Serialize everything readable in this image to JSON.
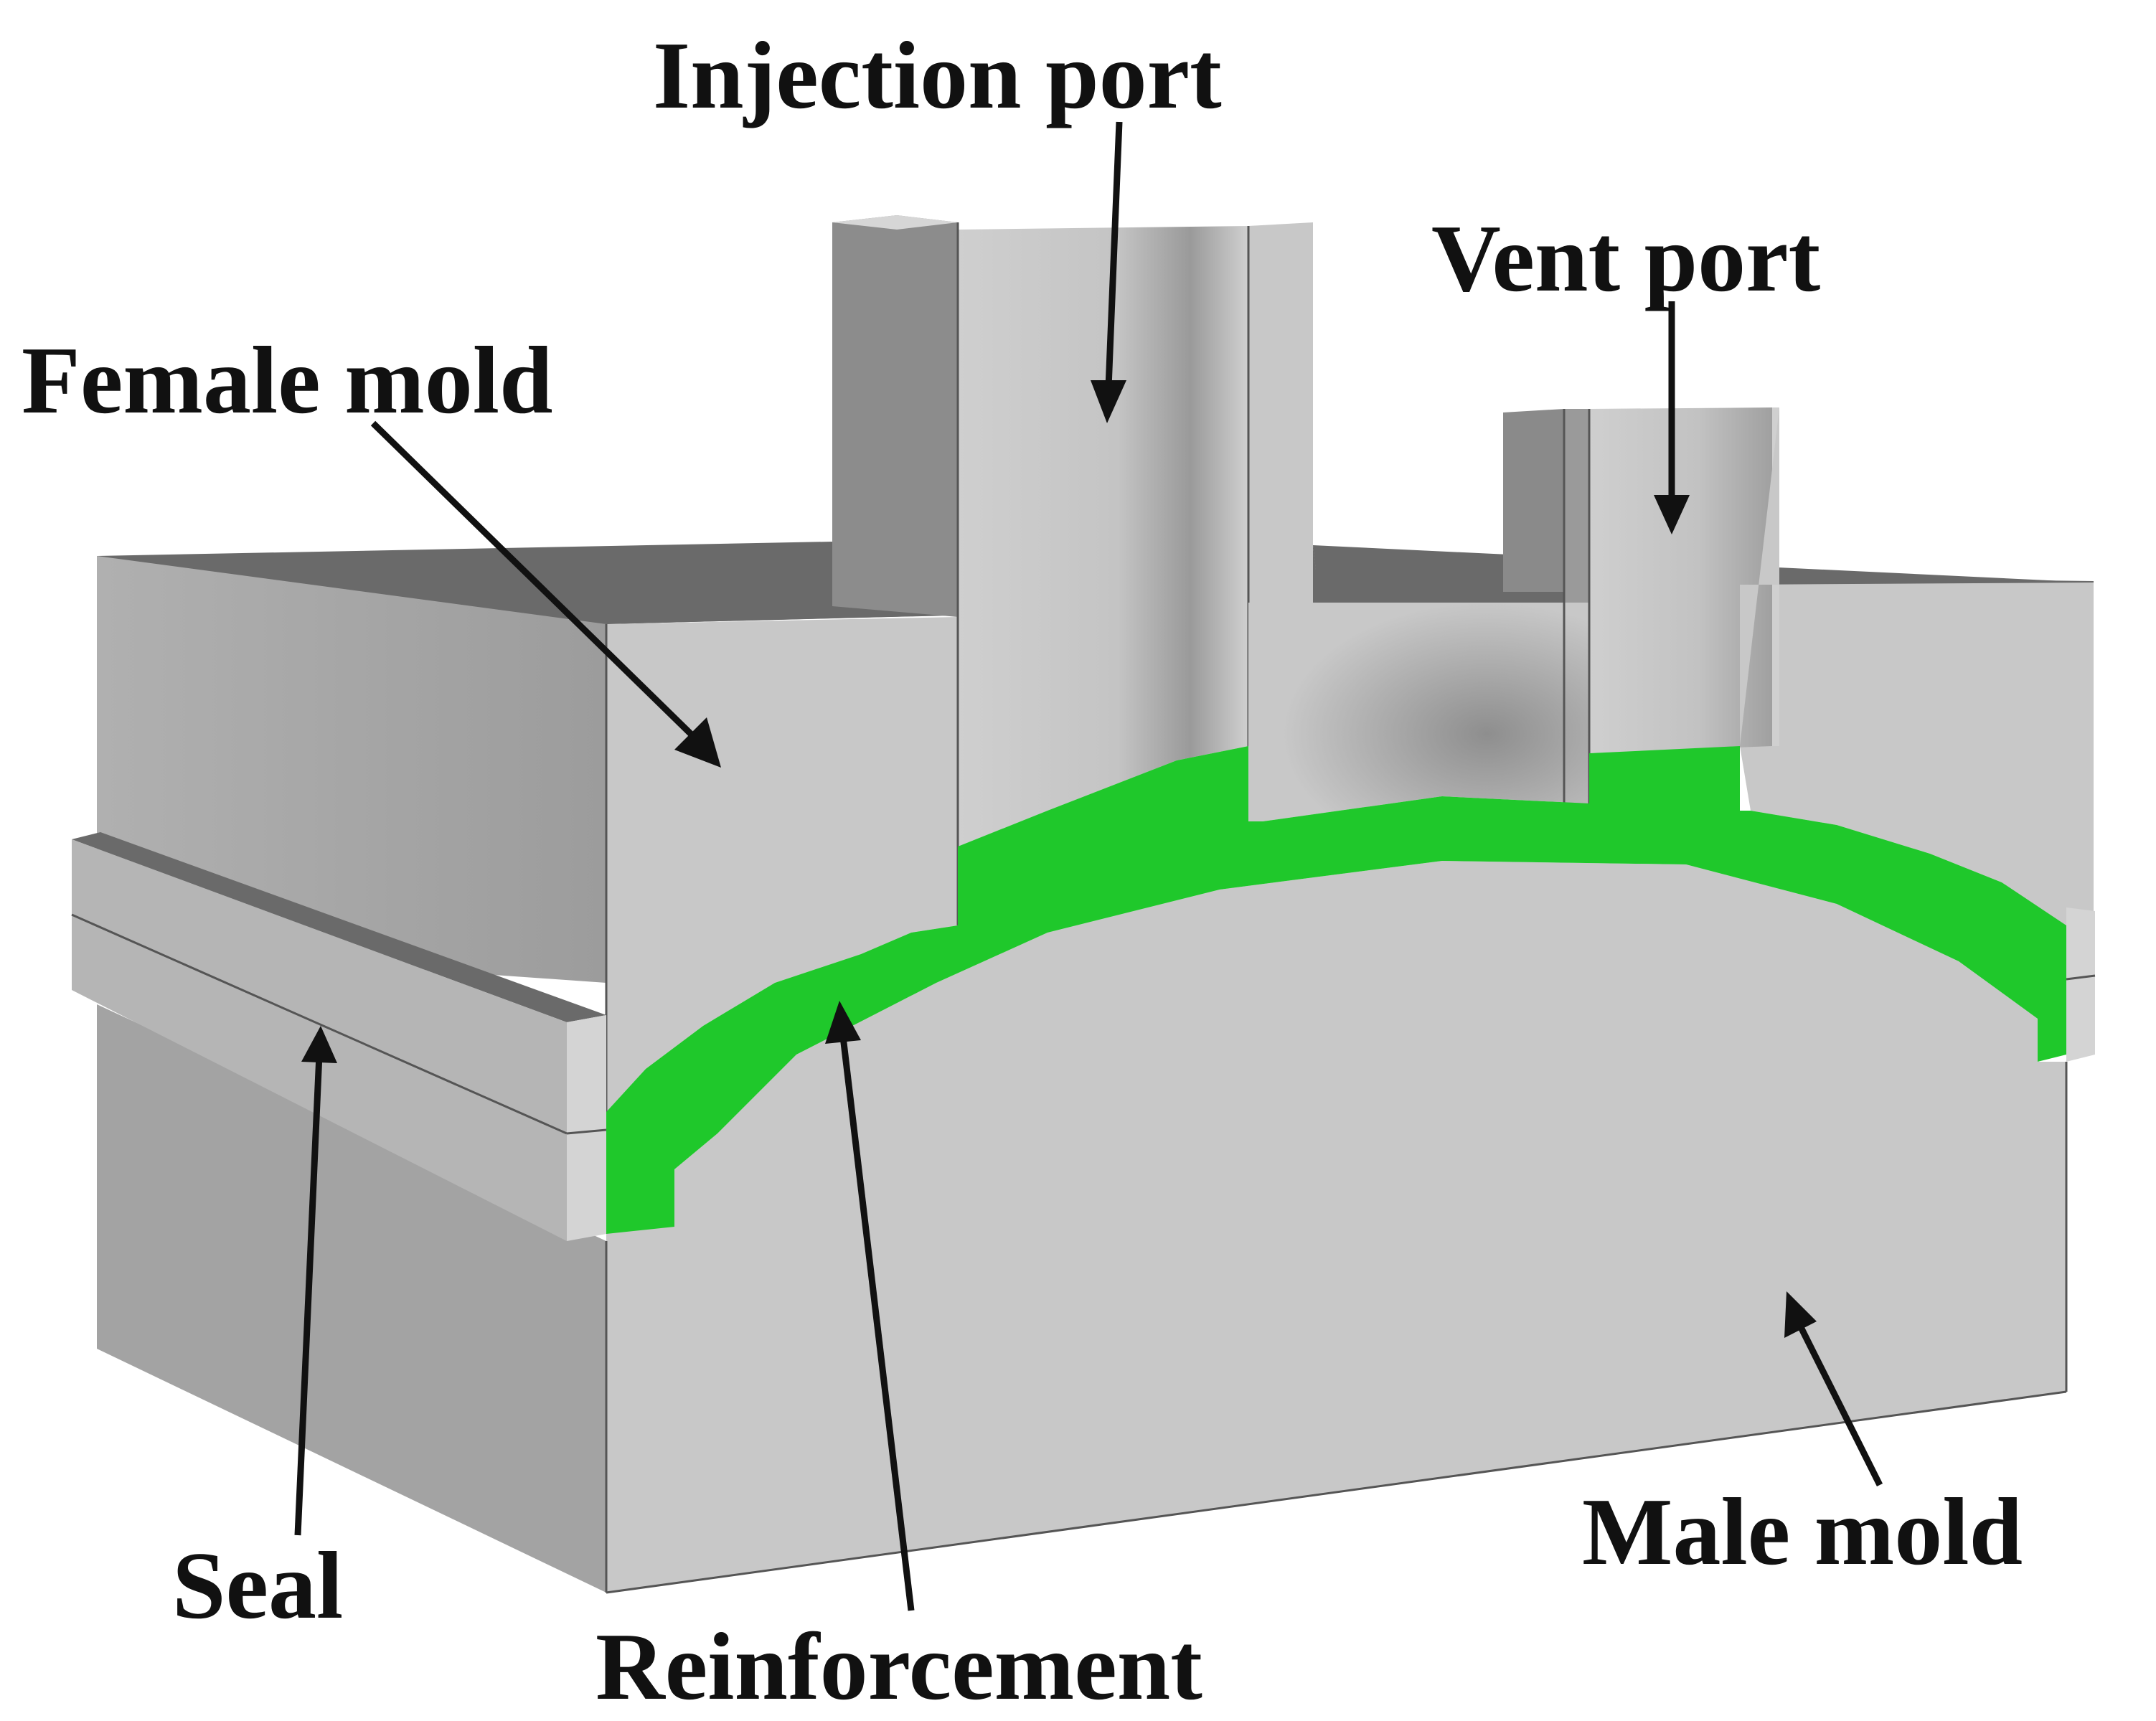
{
  "labels": {
    "injection_port": "Injection port",
    "vent_port": "Vent port",
    "female_mold": "Female mold",
    "seal": "Seal",
    "reinforcement": "Reinforcement",
    "male_mold": "Male mold"
  },
  "colors": {
    "reinforcement": "#1fc82b",
    "mold_light": "#c8c8c8",
    "mold_mid": "#a2a2a2",
    "mold_dark": "#6a6a6a",
    "text": "#111111"
  }
}
